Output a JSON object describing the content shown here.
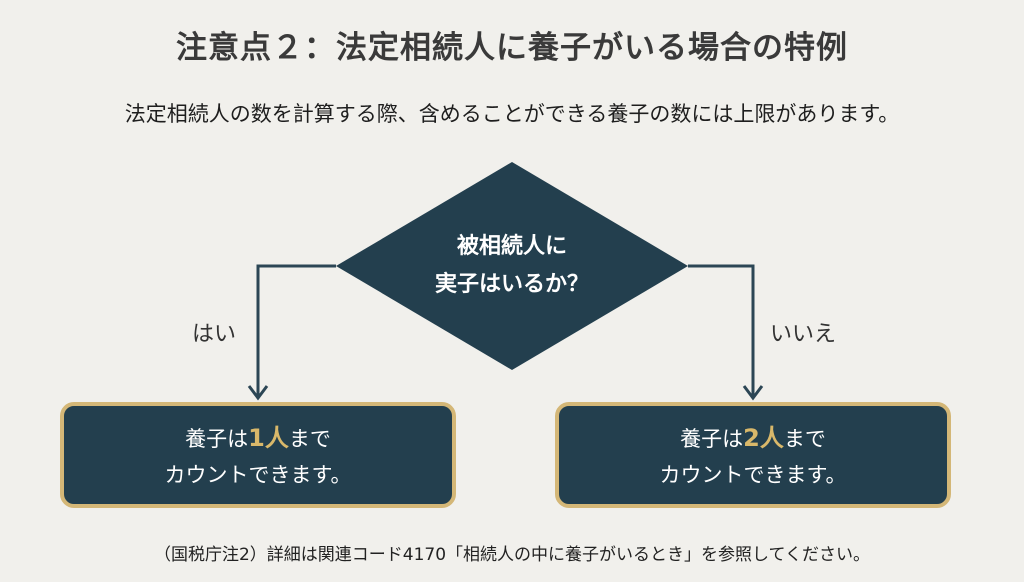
{
  "title": "注意点２：法定相続人に養子がいる場合の特例",
  "subtitle": "法定相続人の数を計算する際、含めることができる養子の数には上限があります。",
  "decision": {
    "line1": "被相続人に",
    "line2": "実子はいるか？"
  },
  "branches": {
    "yes_label": "はい",
    "no_label": "いいえ"
  },
  "outcomes": {
    "yes": {
      "prefix": "養子は",
      "highlight": "1人",
      "suffix": "まで",
      "line2": "カウントできます。"
    },
    "no": {
      "prefix": "養子は",
      "highlight": "2人",
      "suffix": "まで",
      "line2": "カウントできます。"
    }
  },
  "note": "（国税庁注2）詳細は関連コード4170「相続人の中に養子がいるとき」を参照してください。",
  "colors": {
    "navy": "#233f4e",
    "gold": "#d4b777",
    "background": "#f1f0ec"
  }
}
